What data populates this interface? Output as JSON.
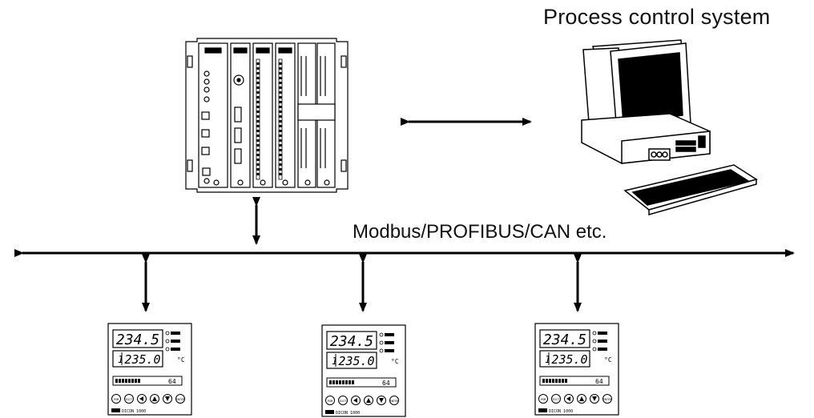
{
  "title": "Process control system",
  "bus_label": "Modbus/PROFIBUS/CAN etc.",
  "controllers": [
    {
      "pv": "234.5",
      "sp": "235.0",
      "unit": "°C",
      "channel": "1",
      "bar_value": "64",
      "model": "DICON 1000"
    },
    {
      "pv": "234.5",
      "sp": "235.0",
      "unit": "°C",
      "channel": "1",
      "bar_value": "64",
      "model": "DICON 1000"
    },
    {
      "pv": "234.5",
      "sp": "235.0",
      "unit": "°C",
      "channel": "1",
      "bar_value": "64",
      "model": "DICON 1000"
    }
  ],
  "controller_buttons": [
    "PGM",
    "EXIT",
    "ENTER"
  ],
  "icons": [
    "plc-rack-icon",
    "computer-workstation-icon",
    "double-arrow-icon"
  ]
}
